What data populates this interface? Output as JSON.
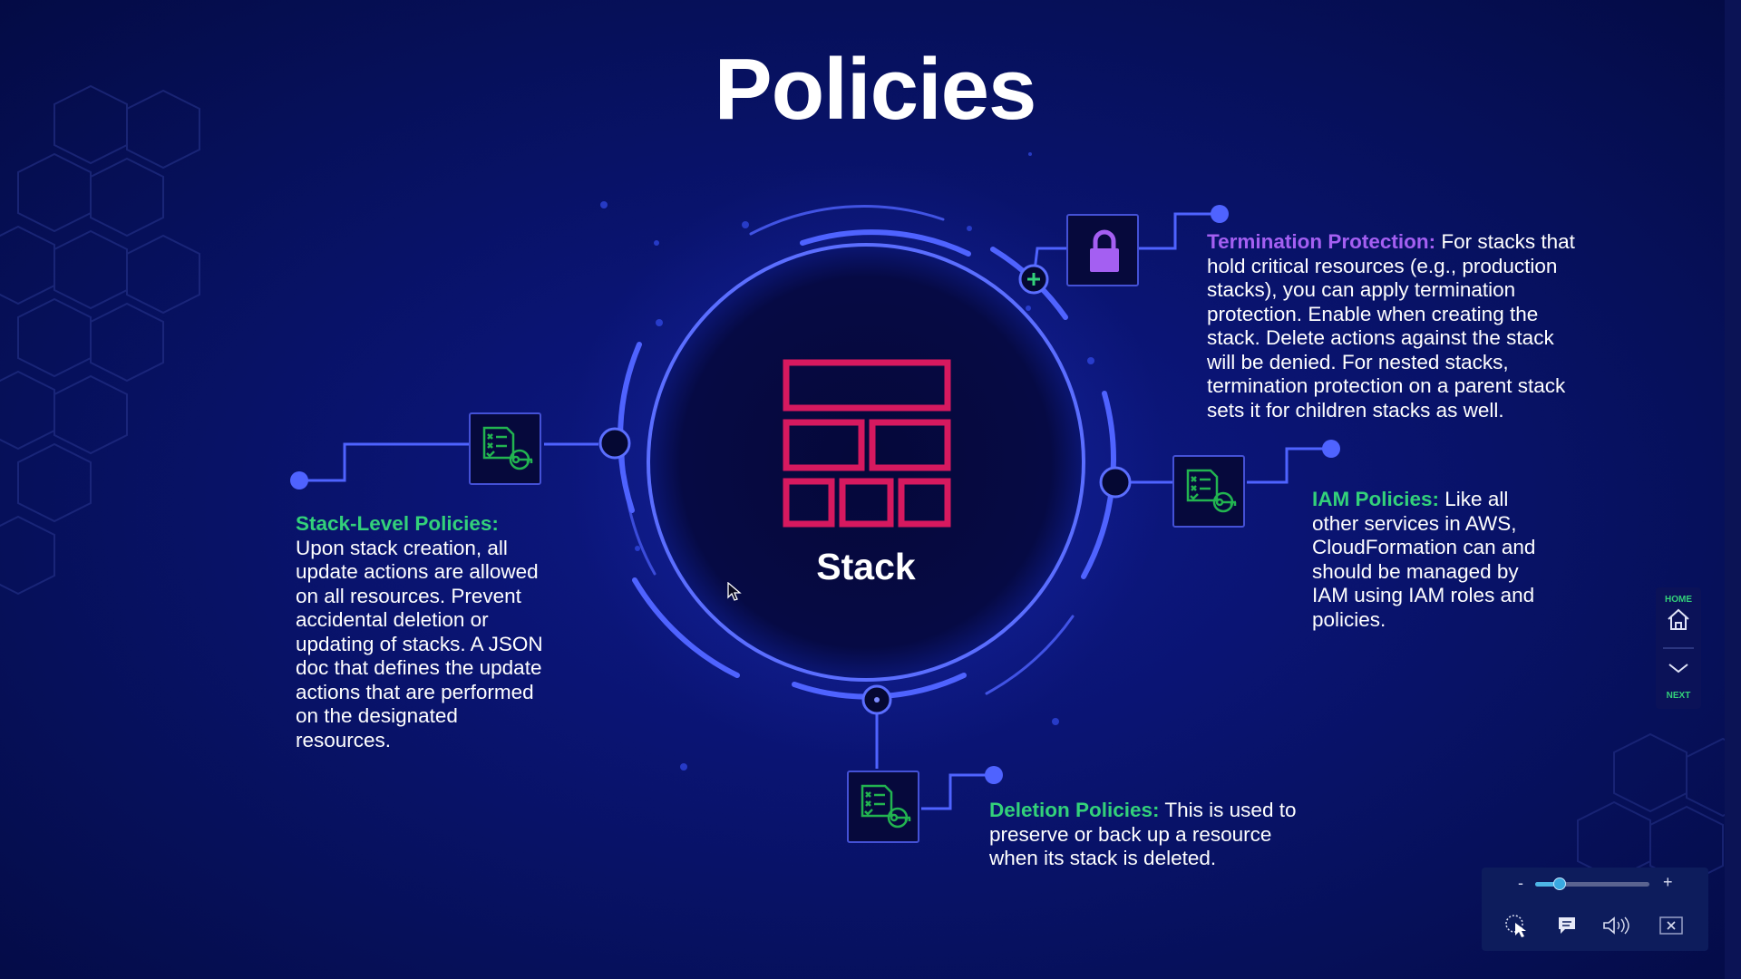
{
  "slide": {
    "title": "Policies",
    "center_label": "Stack"
  },
  "sections": {
    "stack_level": {
      "heading": "Stack-Level Policies:",
      "lines": [
        "Upon stack creation, all",
        "update actions are allowed",
        "on all resources. Prevent",
        "accidental deletion or",
        "updating of stacks. A JSON",
        "doc that defines the update",
        "actions that are performed",
        "on the designated",
        "resources."
      ]
    },
    "termination": {
      "heading": "Termination Protection:",
      "first_line_rest": " For stacks that",
      "lines": [
        "hold critical resources (e.g., production",
        "stacks), you can apply termination",
        "protection. Enable when creating the",
        "stack. Delete actions against the stack",
        "will be denied. For nested stacks,",
        "termination protection on a parent stack",
        "sets it for children stacks as well."
      ]
    },
    "iam": {
      "heading": "IAM Policies:",
      "first_line_rest": " Like all",
      "lines": [
        "other services in AWS,",
        "CloudFormation can and",
        "should be managed by",
        "IAM using IAM roles and",
        "policies."
      ]
    },
    "deletion": {
      "heading": "Deletion Policies:",
      "first_line_rest": " This is used to",
      "lines": [
        "preserve or back up a resource",
        "when its stack is deleted."
      ]
    }
  },
  "nav": {
    "home_label": "HOME",
    "next_label": "NEXT"
  },
  "player": {
    "minus": "-",
    "plus": "+",
    "volume_level_percent": 18
  },
  "colors": {
    "accent_green": "#33d17a",
    "accent_purple": "#a45ff2",
    "stack_icon": "#d6195f",
    "ring_blue": "#4f63ff",
    "background": "#0a1473"
  }
}
